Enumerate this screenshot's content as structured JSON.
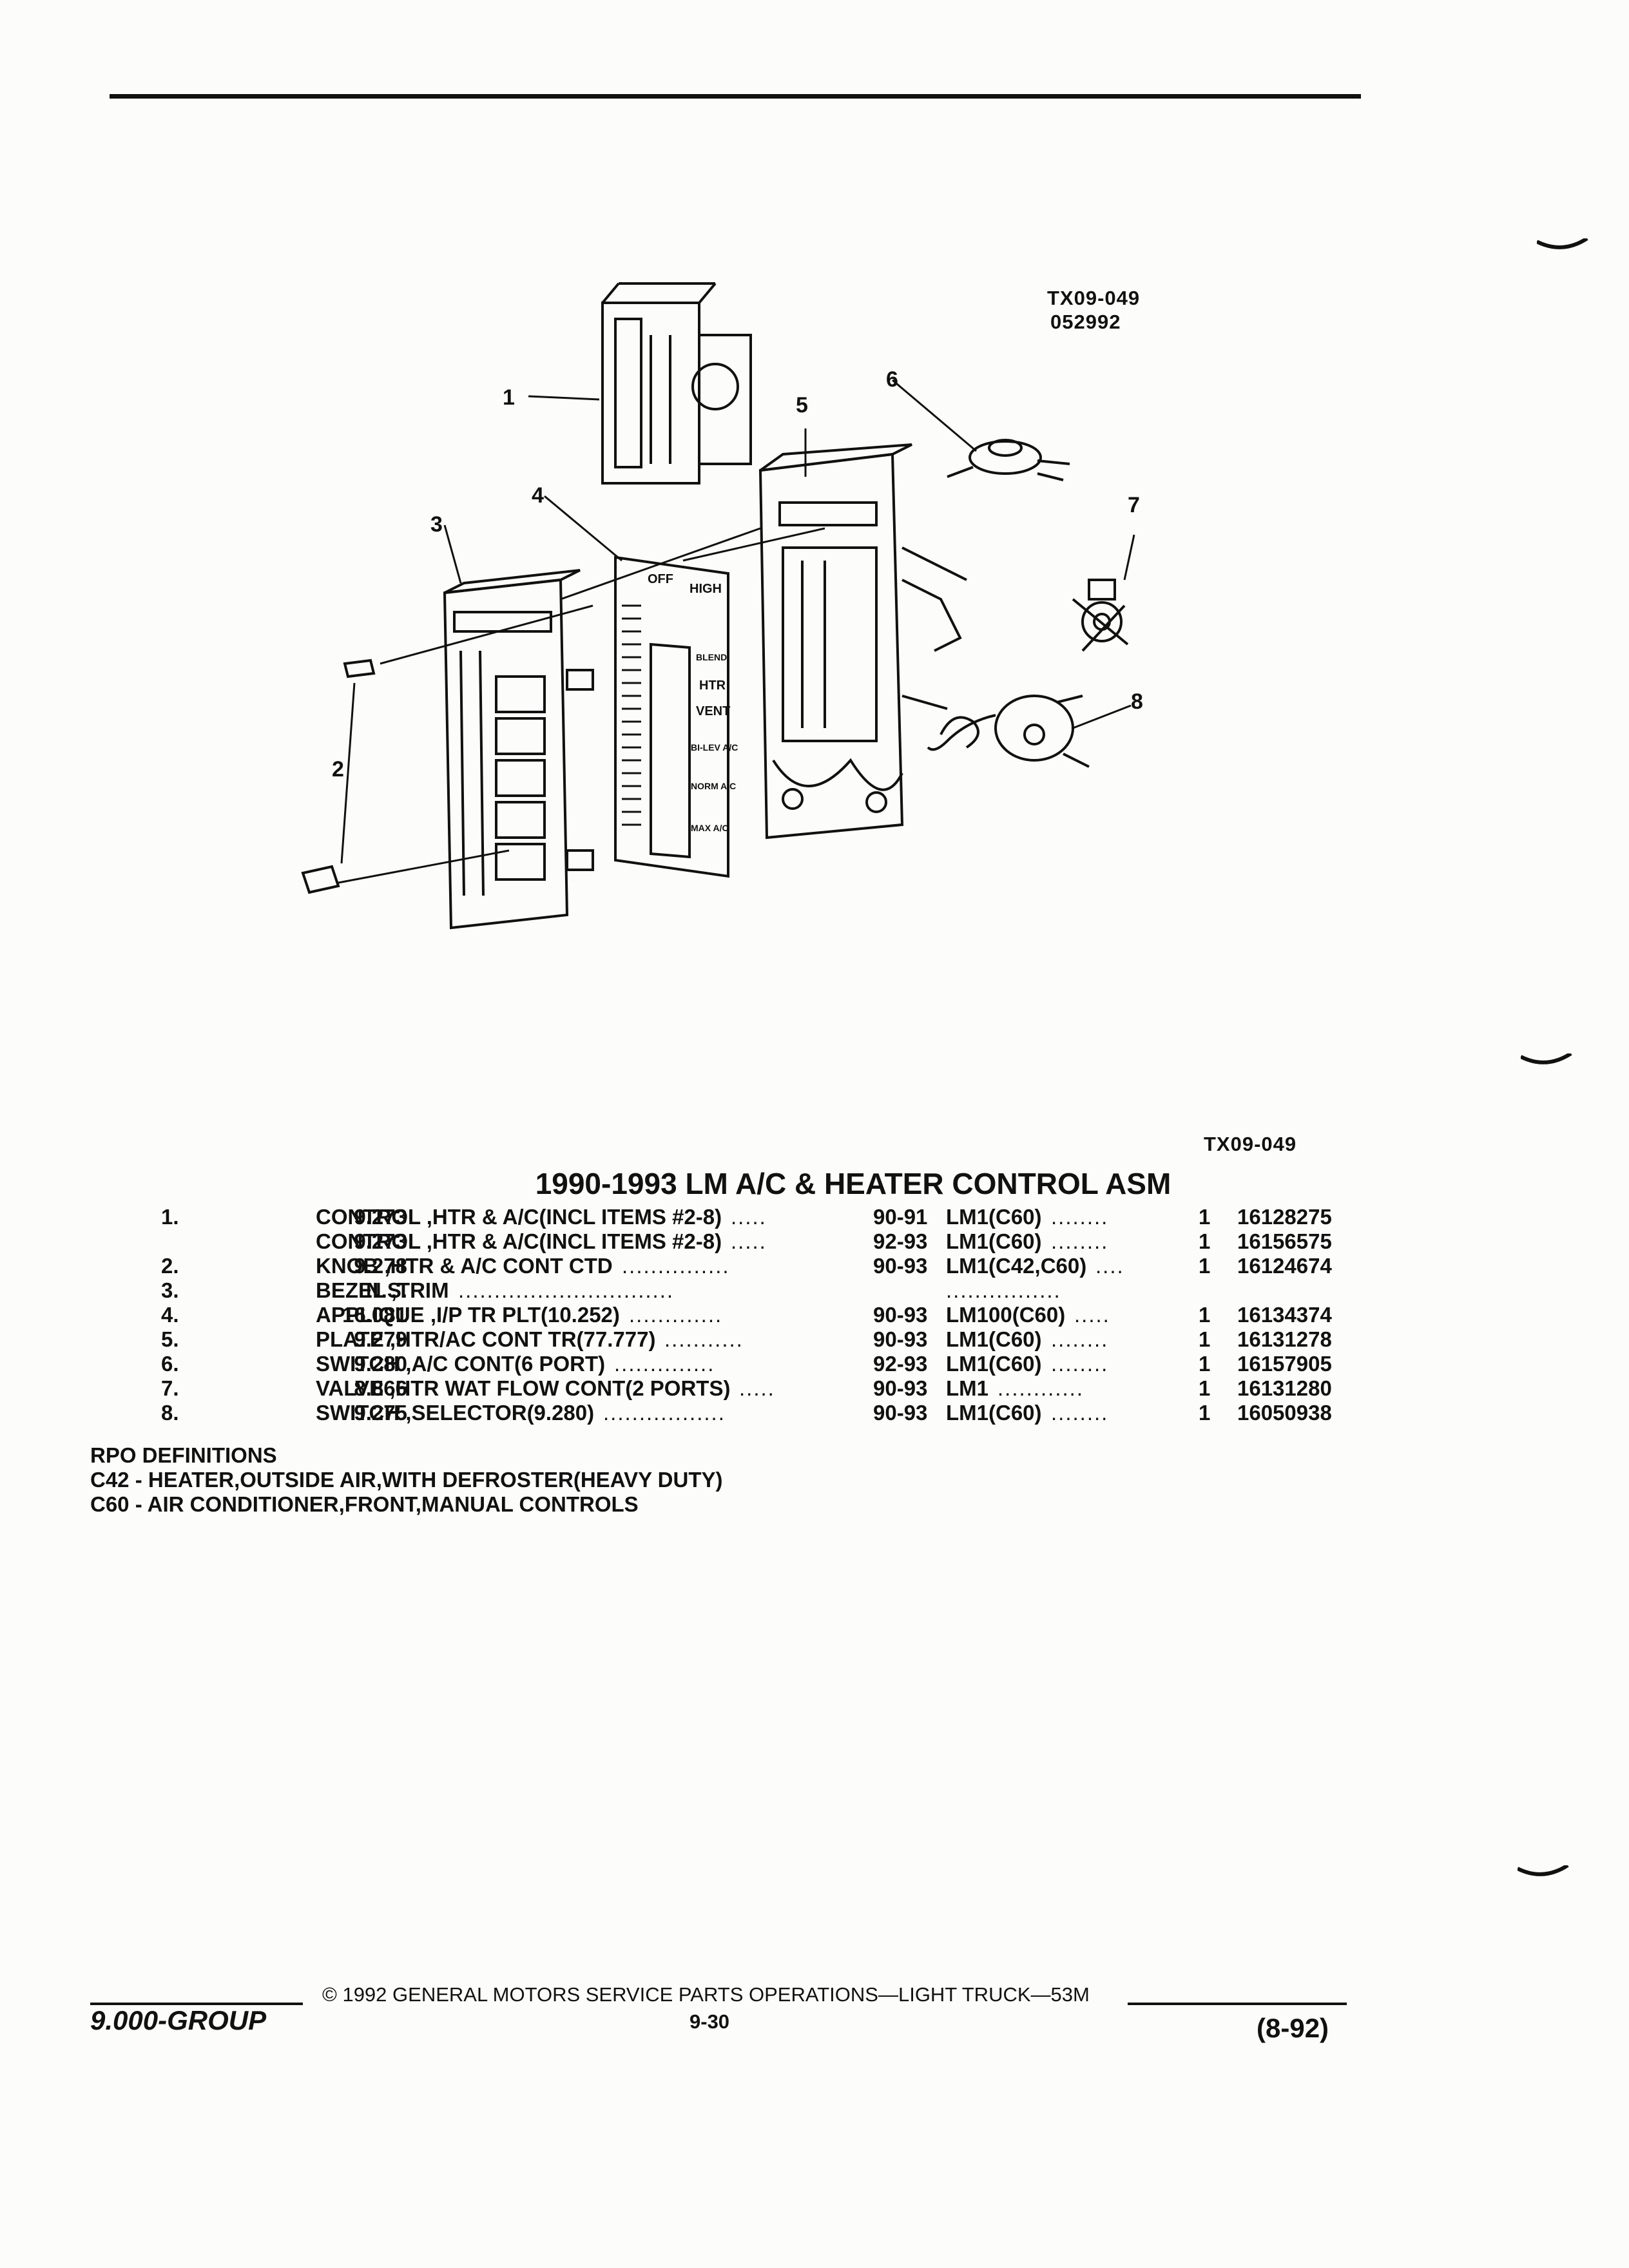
{
  "figure": {
    "ref_code": "TX09-049",
    "ref_date": "052992",
    "callouts": [
      "1",
      "2",
      "3",
      "4",
      "5",
      "6",
      "7",
      "8"
    ],
    "applique_labels": [
      "OFF",
      "HIGH",
      "BLEND",
      "HTR",
      "VENT",
      "BI-LEV A/C",
      "NORM A/C",
      "MAX A/C"
    ]
  },
  "caption_ref": "TX09-049",
  "title": "1990-1993 LM A/C & HEATER CONTROL ASM",
  "parts": [
    {
      "idx": "1.",
      "group": "9.273",
      "desc": "CONTROL ,HTR & A/C(INCL ITEMS #2-8)",
      "dots": ".....",
      "years": "90-91",
      "model": "LM1(C60)",
      "mdots": "........",
      "qty": "1",
      "pn": "16128275"
    },
    {
      "idx": "",
      "group": "9.273",
      "desc": "CONTROL ,HTR & A/C(INCL ITEMS #2-8)",
      "dots": ".....",
      "years": "92-93",
      "model": "LM1(C60)",
      "mdots": "........",
      "qty": "1",
      "pn": "16156575"
    },
    {
      "idx": "2.",
      "group": "9.278",
      "desc": "KNOB ,HTR & A/C CONT CTD",
      "dots": "...............",
      "years": "90-93",
      "model": "LM1(C42,C60)",
      "mdots": "....",
      "qty": "1",
      "pn": "16124674"
    },
    {
      "idx": "3.",
      "group": "N.S.",
      "desc": "BEZEL ,TRIM",
      "dots": "..............................",
      "years": "",
      "model": "",
      "mdots": "................",
      "qty": "",
      "pn": ""
    },
    {
      "idx": "4.",
      "group": "16.081",
      "desc": "APPLIQUE ,I/P TR PLT(10.252)",
      "dots": ".............",
      "years": "90-93",
      "model": "LM100(C60)",
      "mdots": ".....",
      "qty": "1",
      "pn": "16134374"
    },
    {
      "idx": "5.",
      "group": "9.279",
      "desc": "PLATE ,HTR/AC CONT TR(77.777)",
      "dots": "...........",
      "years": "90-93",
      "model": "LM1(C60)",
      "mdots": "........",
      "qty": "1",
      "pn": "16131278"
    },
    {
      "idx": "6.",
      "group": "9.280",
      "desc": "SWITCH ,A/C CONT(6 PORT)",
      "dots": "..............",
      "years": "92-93",
      "model": "LM1(C60)",
      "mdots": "........",
      "qty": "1",
      "pn": "16157905"
    },
    {
      "idx": "7.",
      "group": "8.866",
      "desc": "VALVE ,HTR WAT FLOW CONT(2 PORTS)",
      "dots": ".....",
      "years": "90-93",
      "model": "LM1",
      "mdots": "............",
      "qty": "1",
      "pn": "16131280"
    },
    {
      "idx": "8.",
      "group": "9.275",
      "desc": "SWITCH ,SELECTOR(9.280)",
      "dots": ".................",
      "years": "90-93",
      "model": "LM1(C60)",
      "mdots": "........",
      "qty": "1",
      "pn": "16050938"
    }
  ],
  "rpo": {
    "heading": "RPO DEFINITIONS",
    "items": [
      "C42 - HEATER,OUTSIDE AIR,WITH DEFROSTER(HEAVY DUTY)",
      "C60 - AIR CONDITIONER,FRONT,MANUAL CONTROLS"
    ]
  },
  "footer": {
    "group": "9.000-GROUP",
    "copyright": "© 1992 GENERAL MOTORS SERVICE PARTS OPERATIONS—LIGHT TRUCK—53M",
    "page": "9-30",
    "date": "(8-92)"
  }
}
